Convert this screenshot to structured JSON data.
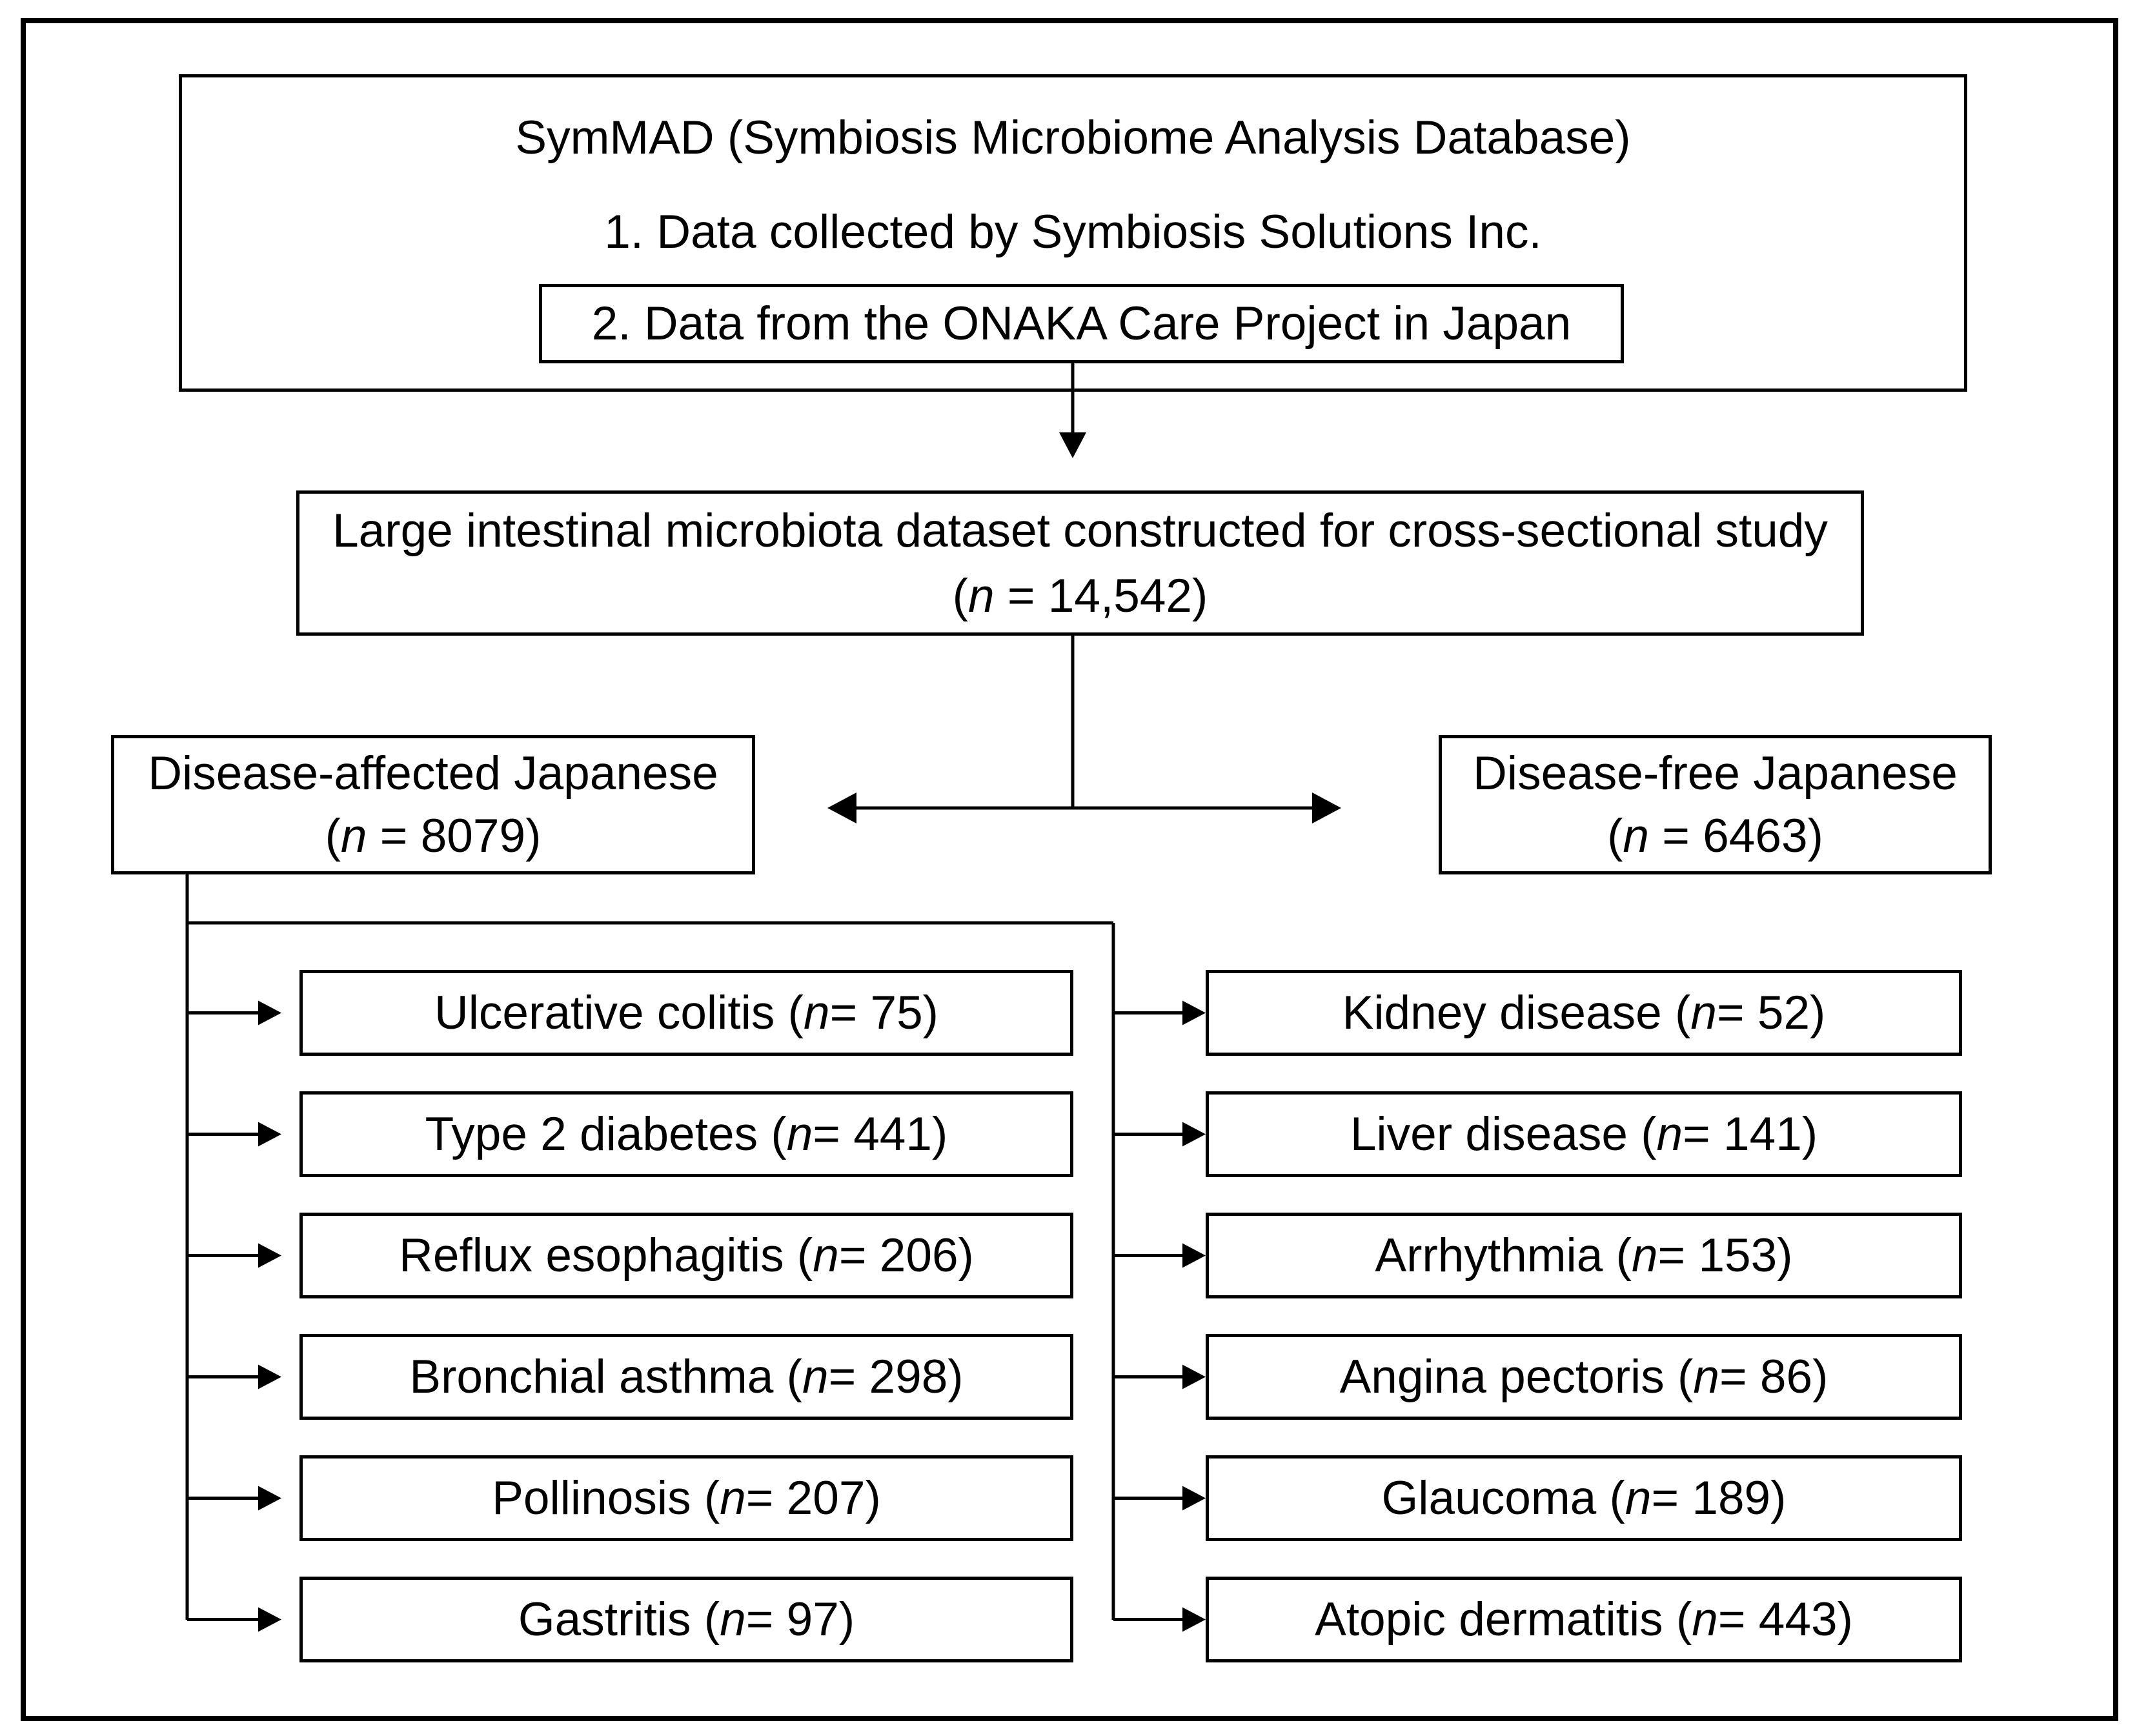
{
  "figure": {
    "top_box": {
      "title": "SymMAD (Symbiosis Microbiome Analysis Database)",
      "item1": "1. Data collected by Symbiosis Solutions Inc.",
      "item2": "2. Data from the ONAKA Care Project in Japan"
    },
    "dataset_box": {
      "line1": "Large intestinal microbiota dataset constructed for cross-sectional study",
      "line2": "(n = 14,542)"
    },
    "branches": {
      "affected": {
        "line1": "Disease-affected Japanese",
        "line2": "(n = 8079)"
      },
      "disease_free": {
        "line1": "Disease-free Japanese",
        "line2": "(n = 6463)"
      }
    },
    "diseases_left": [
      "Ulcerative colitis (n = 75)",
      "Type 2 diabetes (n = 441)",
      "Reflux esophagitis (n = 206)",
      "Bronchial asthma (n = 298)",
      "Pollinosis (n = 207)",
      "Gastritis (n = 97)"
    ],
    "diseases_right": [
      "Kidney disease (n = 52)",
      "Liver disease (n = 141)",
      "Arrhythmia (n = 153)",
      "Angina pectoris (n = 86)",
      "Glaucoma (n = 189)",
      "Atopic dermatitis (n = 443)"
    ],
    "colors": {
      "line": "#000000",
      "background": "#ffffff",
      "text": "#000000"
    }
  }
}
